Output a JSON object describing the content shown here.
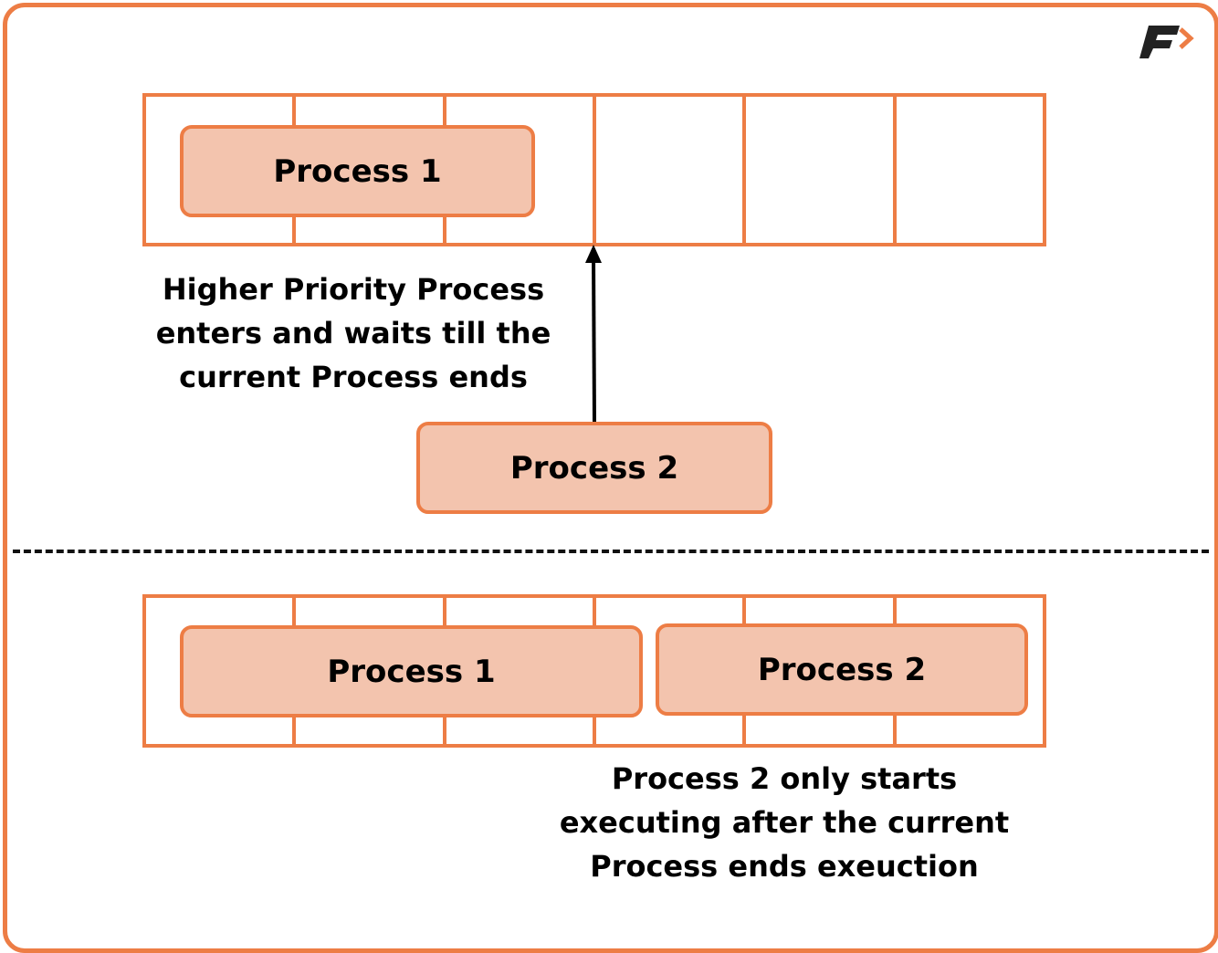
{
  "diagram": {
    "top": {
      "process1_label": "Process 1",
      "process2_label": "Process 2",
      "caption_lines": [
        "Higher Priority Process",
        "enters and waits till the",
        "current Process ends"
      ]
    },
    "bottom": {
      "process1_label": "Process 1",
      "process2_label": "Process 2",
      "caption_lines": [
        "Process 2 only starts",
        "executing after the current",
        "Process ends exeuction"
      ]
    },
    "colors": {
      "accent": "#ED7D45",
      "process_fill": "#F3C4AE",
      "text": "#000000"
    },
    "icons": {
      "logo": "brand-logo-icon",
      "arrow": "up-arrow-icon"
    }
  }
}
